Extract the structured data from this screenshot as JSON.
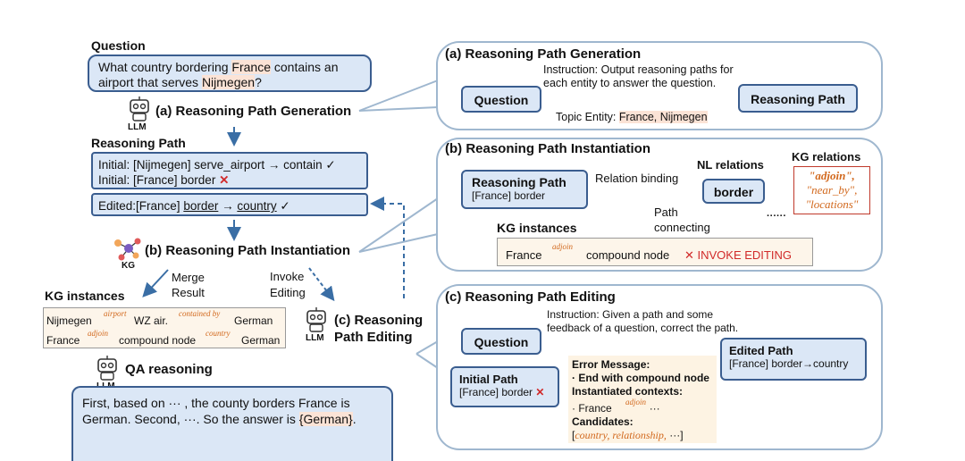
{
  "left": {
    "question_heading": "Question",
    "question_text_1a": "What country bordering ",
    "question_text_1b": "France",
    "question_text_1c": " contains an",
    "question_text_2a": "airport that serves ",
    "question_text_2b": "Nijmegen",
    "question_text_2c": "?",
    "llm_label": "LLM",
    "step_a": "(a) Reasoning Path Generation",
    "reasoning_path_heading": "Reasoning Path",
    "initial_1": "Initial: [Nijmegen] serve_airport → contain ✓",
    "initial_2": "Initial: [France] border",
    "cross": "✕",
    "edited_prefix": "Edited:[France] ",
    "edited_border": "border",
    "edited_arrow": " → ",
    "edited_country": "country",
    "edited_check": " ✓",
    "kg_label": "KG",
    "step_b": "(b) Reasoning Path Instantiation",
    "merge_1": "Merge",
    "merge_2": "Result",
    "invoke_1": "Invoke",
    "invoke_2": "Editing",
    "kg_instances": "KG instances",
    "row1_a": "Nijmegen",
    "row1_rel1": "airport",
    "row1_b": "WZ air.",
    "row1_rel2": "contained by",
    "row1_c": "German",
    "row2_a": "France",
    "row2_rel1": "adjoin",
    "row2_b": "compound node",
    "row2_rel2": "country",
    "row2_c": "German",
    "step_c_1": "(c) Reasoning",
    "step_c_2": "Path Editing",
    "qa": "QA reasoning",
    "answer_1": "First, based on ··· , the county borders France is",
    "answer_2a": "German. Second, ···. So the answer is ",
    "answer_2b": "{German}",
    "answer_2c": "."
  },
  "panel_a": {
    "title": "(a) Reasoning Path Generation",
    "instruction_1": "Instruction: Output reasoning paths for",
    "instruction_2": "each entity to answer the question.",
    "question_box": "Question",
    "output_box": "Reasoning Path",
    "topic_prefix": "Topic Entity: ",
    "topic_value": "France, Nijmegen"
  },
  "panel_b": {
    "title": "(b) Reasoning Path Instantiation",
    "rp_box_1": "Reasoning Path",
    "rp_box_2": "[France] border",
    "relation_binding": "Relation binding",
    "nl_relations": "NL relations",
    "border_box": "border",
    "kg_relations": "KG relations",
    "kgr_1": "\"adjoin\",",
    "kgr_2": "\"near_by\",",
    "kgr_3": "\"locations\"",
    "dots": "······",
    "path_1": "Path",
    "path_2": "connecting",
    "kg_instances": "KG instances",
    "inst_a": "France",
    "inst_rel": "adjoin",
    "inst_b": "compound node",
    "inst_err": "✕ INVOKE EDITING"
  },
  "panel_c": {
    "title": "(c) Reasoning Path Editing",
    "instruction_1": "Instruction: Given a path and some",
    "instruction_2": "feedback of a question, correct the path.",
    "question_box": "Question",
    "initial_1": "Initial Path",
    "initial_2": "[France] border",
    "cross": "✕",
    "edited_1": "Edited Path",
    "edited_2": "[France] border→country",
    "err_1": "Error Message:",
    "err_2": "· End with compound node",
    "err_3": "Instantiated contexts:",
    "err_4a": "· France",
    "err_4rel": "adjoin",
    "err_4b": "···",
    "err_5": "Candidates:",
    "err_6a": "[",
    "err_6b": "country, relationship,",
    "err_6c": " ···]"
  },
  "colors": {
    "blue_fill": "#dbe7f6",
    "blue_border": "#3a5d8f",
    "highlight": "#fbe3d6",
    "accent_red": "#d12a2a",
    "orange": "#d2691e",
    "panel_border": "#9fb7cf"
  }
}
